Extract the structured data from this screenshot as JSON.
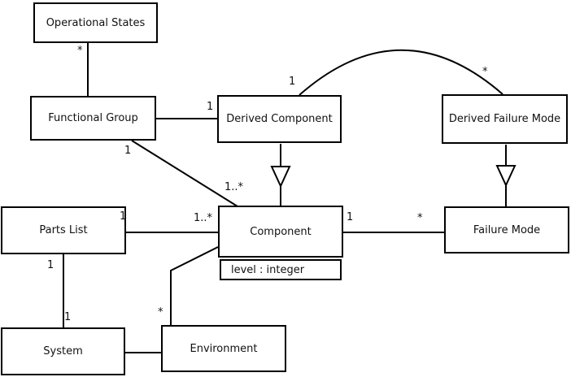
{
  "diagram": {
    "kind": "uml-class-diagram",
    "colors": {
      "background": "#ffffff",
      "line": "#000000",
      "box_fill": "#ffffff",
      "text": "#111111"
    },
    "classes": {
      "operational_states": {
        "name": "Operational States"
      },
      "functional_group": {
        "name": "Functional Group"
      },
      "derived_component": {
        "name": "Derived Component"
      },
      "derived_failure_mode": {
        "name": "Derived Failure Mode"
      },
      "parts_list": {
        "name": "Parts List"
      },
      "component": {
        "name": "Component",
        "attributes": [
          "level : integer"
        ]
      },
      "failure_mode": {
        "name": "Failure Mode"
      },
      "system": {
        "name": "System"
      },
      "environment": {
        "name": "Environment"
      }
    },
    "relationships": [
      {
        "source": "Operational States",
        "target": "Functional Group",
        "type": "association",
        "source_mult": "*"
      },
      {
        "source": "Functional Group",
        "target": "Derived Component",
        "type": "association",
        "target_mult": "1"
      },
      {
        "source": "Functional Group",
        "target": "Component",
        "type": "association",
        "source_mult": "1",
        "target_mult": "1..*"
      },
      {
        "source": "Derived Component",
        "target": "Derived Failure Mode",
        "type": "association-arc",
        "source_mult": "1",
        "target_mult": "*"
      },
      {
        "source": "Derived Component",
        "target": "Component",
        "type": "generalization"
      },
      {
        "source": "Derived Failure Mode",
        "target": "Failure Mode",
        "type": "generalization"
      },
      {
        "source": "Parts List",
        "target": "Component",
        "type": "association",
        "source_mult": "1",
        "target_mult": "1..*"
      },
      {
        "source": "Component",
        "target": "Failure Mode",
        "type": "association",
        "source_mult": "1",
        "target_mult": "*"
      },
      {
        "source": "Parts List",
        "target": "System",
        "type": "association",
        "source_mult": "1",
        "target_mult": "1"
      },
      {
        "source": "System",
        "target": "Environment",
        "type": "association"
      },
      {
        "source": "Environment",
        "target": "Component",
        "type": "association",
        "source_mult": "*"
      }
    ]
  }
}
